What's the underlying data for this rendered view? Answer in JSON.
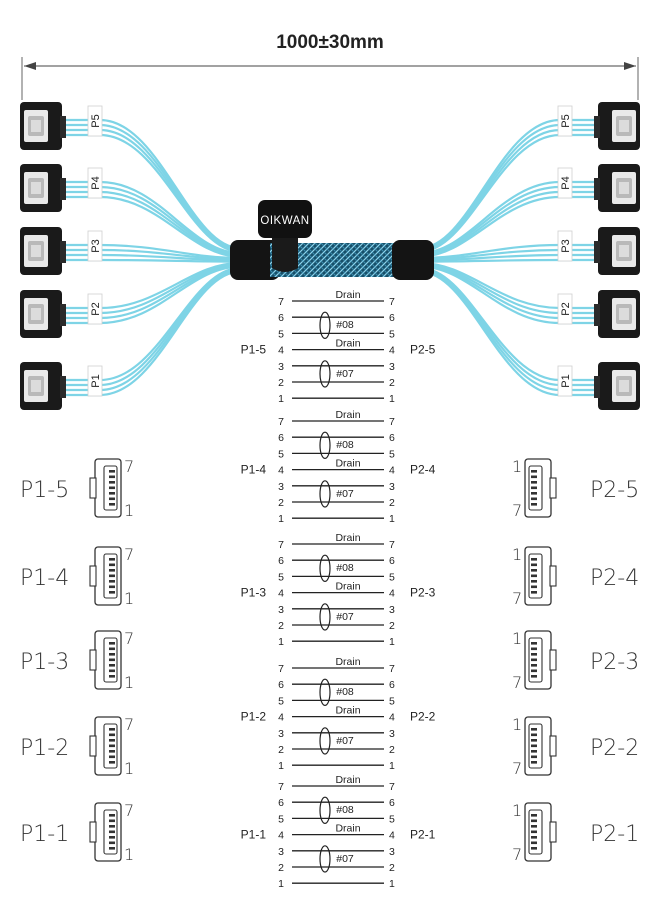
{
  "dimension": {
    "label": "1000±30mm"
  },
  "cable": {
    "brand": "OIKWAN",
    "colors": {
      "wire": "#7ed4e6",
      "connector": "#1a1a1a",
      "sleeve": "#5fb7d3",
      "boot": "#111111"
    },
    "left_tags": [
      "P5",
      "P4",
      "P3",
      "P2",
      "P1"
    ],
    "right_tags": [
      "P5",
      "P4",
      "P3",
      "P2",
      "P1"
    ]
  },
  "wiring": {
    "groups": [
      {
        "left": "P1-5",
        "right": "P2-5"
      },
      {
        "left": "P1-4",
        "right": "P2-4"
      },
      {
        "left": "P1-3",
        "right": "P2-3"
      },
      {
        "left": "P1-2",
        "right": "P2-2"
      },
      {
        "left": "P1-1",
        "right": "P2-1"
      }
    ],
    "pins": [
      "7",
      "6",
      "5",
      "4",
      "3",
      "2",
      "1"
    ],
    "drain_label": "Drain",
    "pair_labels": [
      "#08",
      "#07"
    ]
  },
  "left_connectors": [
    {
      "label": "P1-5",
      "pin_top": "7",
      "pin_bottom": "1"
    },
    {
      "label": "P1-4",
      "pin_top": "7",
      "pin_bottom": "1"
    },
    {
      "label": "P1-3",
      "pin_top": "7",
      "pin_bottom": "1"
    },
    {
      "label": "P1-2",
      "pin_top": "7",
      "pin_bottom": "1"
    },
    {
      "label": "P1-1",
      "pin_top": "7",
      "pin_bottom": "1"
    }
  ],
  "right_connectors": [
    {
      "label": "P2-5",
      "pin_top": "1",
      "pin_bottom": "7"
    },
    {
      "label": "P2-4",
      "pin_top": "1",
      "pin_bottom": "7"
    },
    {
      "label": "P2-3",
      "pin_top": "1",
      "pin_bottom": "7"
    },
    {
      "label": "P2-2",
      "pin_top": "1",
      "pin_bottom": "7"
    },
    {
      "label": "P2-1",
      "pin_top": "1",
      "pin_bottom": "7"
    }
  ]
}
